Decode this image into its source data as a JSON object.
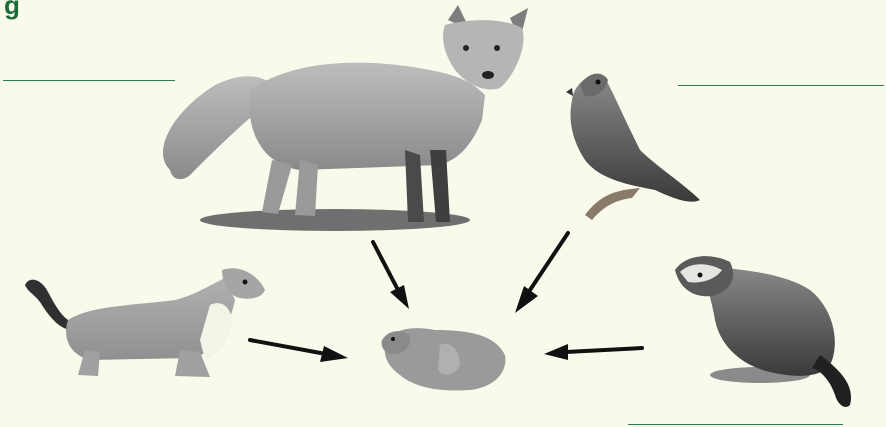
{
  "heading": {
    "text": "g"
  },
  "colors": {
    "background": "#fafaec",
    "heading": "#1e6b3a",
    "answer_lines": "#2f7a4a",
    "arrows": "#111111"
  },
  "animals": [
    {
      "id": "fox",
      "icon": "fox-illustration"
    },
    {
      "id": "falcon",
      "icon": "falcon-illustration"
    },
    {
      "id": "weasel",
      "icon": "weasel-illustration"
    },
    {
      "id": "ferret",
      "icon": "ferret-illustration"
    },
    {
      "id": "ground-squirrel",
      "icon": "ground-squirrel-illustration"
    }
  ],
  "arrows": [
    {
      "from": "fox",
      "to": "ground-squirrel"
    },
    {
      "from": "falcon",
      "to": "ground-squirrel"
    },
    {
      "from": "weasel",
      "to": "ground-squirrel"
    },
    {
      "from": "ferret",
      "to": "ground-squirrel"
    }
  ],
  "answer_lines": [
    "blank",
    "blank",
    "blank"
  ]
}
